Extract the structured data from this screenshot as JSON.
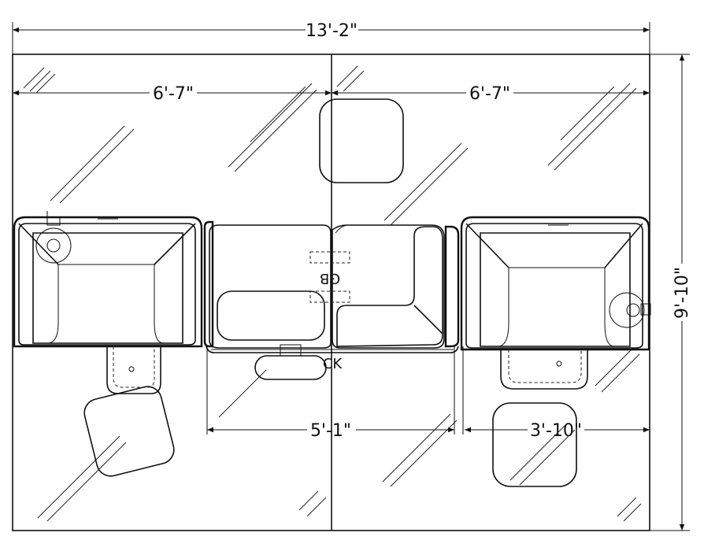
{
  "dimensions": {
    "overall_width": "13'-2\"",
    "left_width": "6'-7\"",
    "right_width": "6'-7\"",
    "overall_depth": "9'-10\"",
    "center_desk": "5'-1\"",
    "right_desk": "3'-10\""
  },
  "labels": {
    "gb": "GB",
    "ck": "CK"
  }
}
